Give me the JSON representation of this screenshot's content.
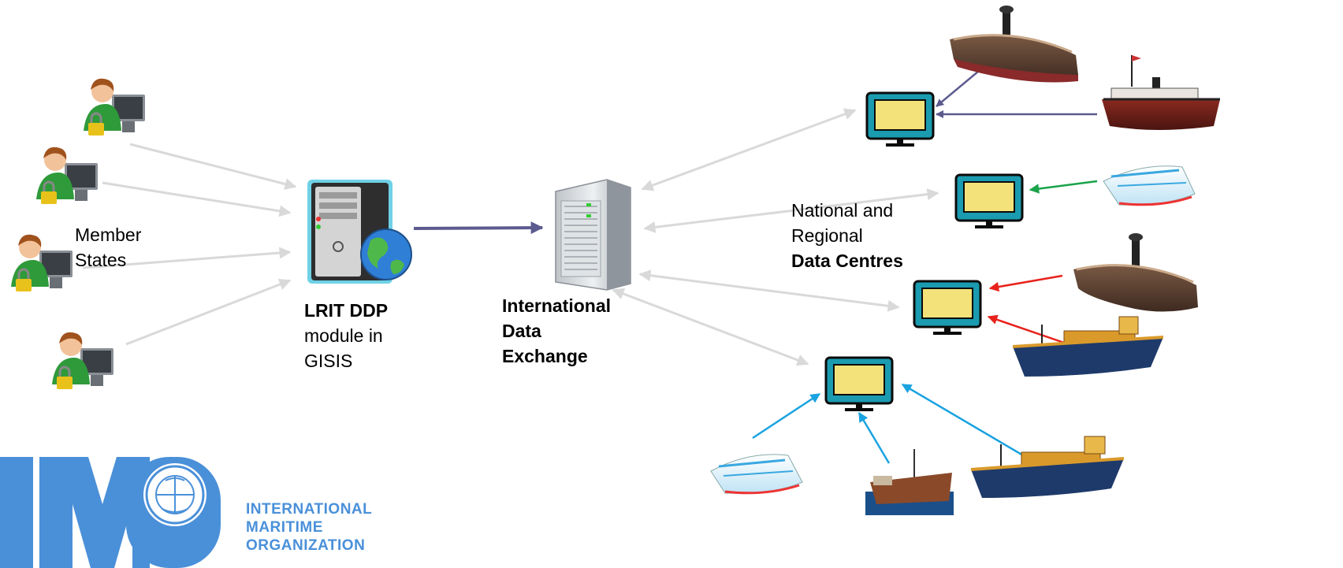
{
  "labels": {
    "member_states_line1": "Member",
    "member_states_line2": "States",
    "ddp_line1": "LRIT DDP",
    "ddp_line2": "module in",
    "ddp_line3": "GISIS",
    "ide_line1": "International",
    "ide_line2": "Data",
    "ide_line3": "Exchange",
    "dc_line1": "National and",
    "dc_line2": "Regional",
    "dc_line3": "Data Centres"
  },
  "logo": {
    "letters": "IMO",
    "line1": "INTERNATIONAL",
    "line2": "MARITIME",
    "line3": "ORGANIZATION"
  },
  "colors": {
    "gray_arrow": "#d9d9d9",
    "ddp_arrow": "#5b5b8f",
    "green_arrow": "#1aa34a",
    "red_arrow": "#e8221b",
    "blue_arrow": "#1aa3e0",
    "monitor_teal": "#1a9bb0",
    "monitor_screen": "#f3e27a",
    "imo_blue": "#4a90d9"
  }
}
